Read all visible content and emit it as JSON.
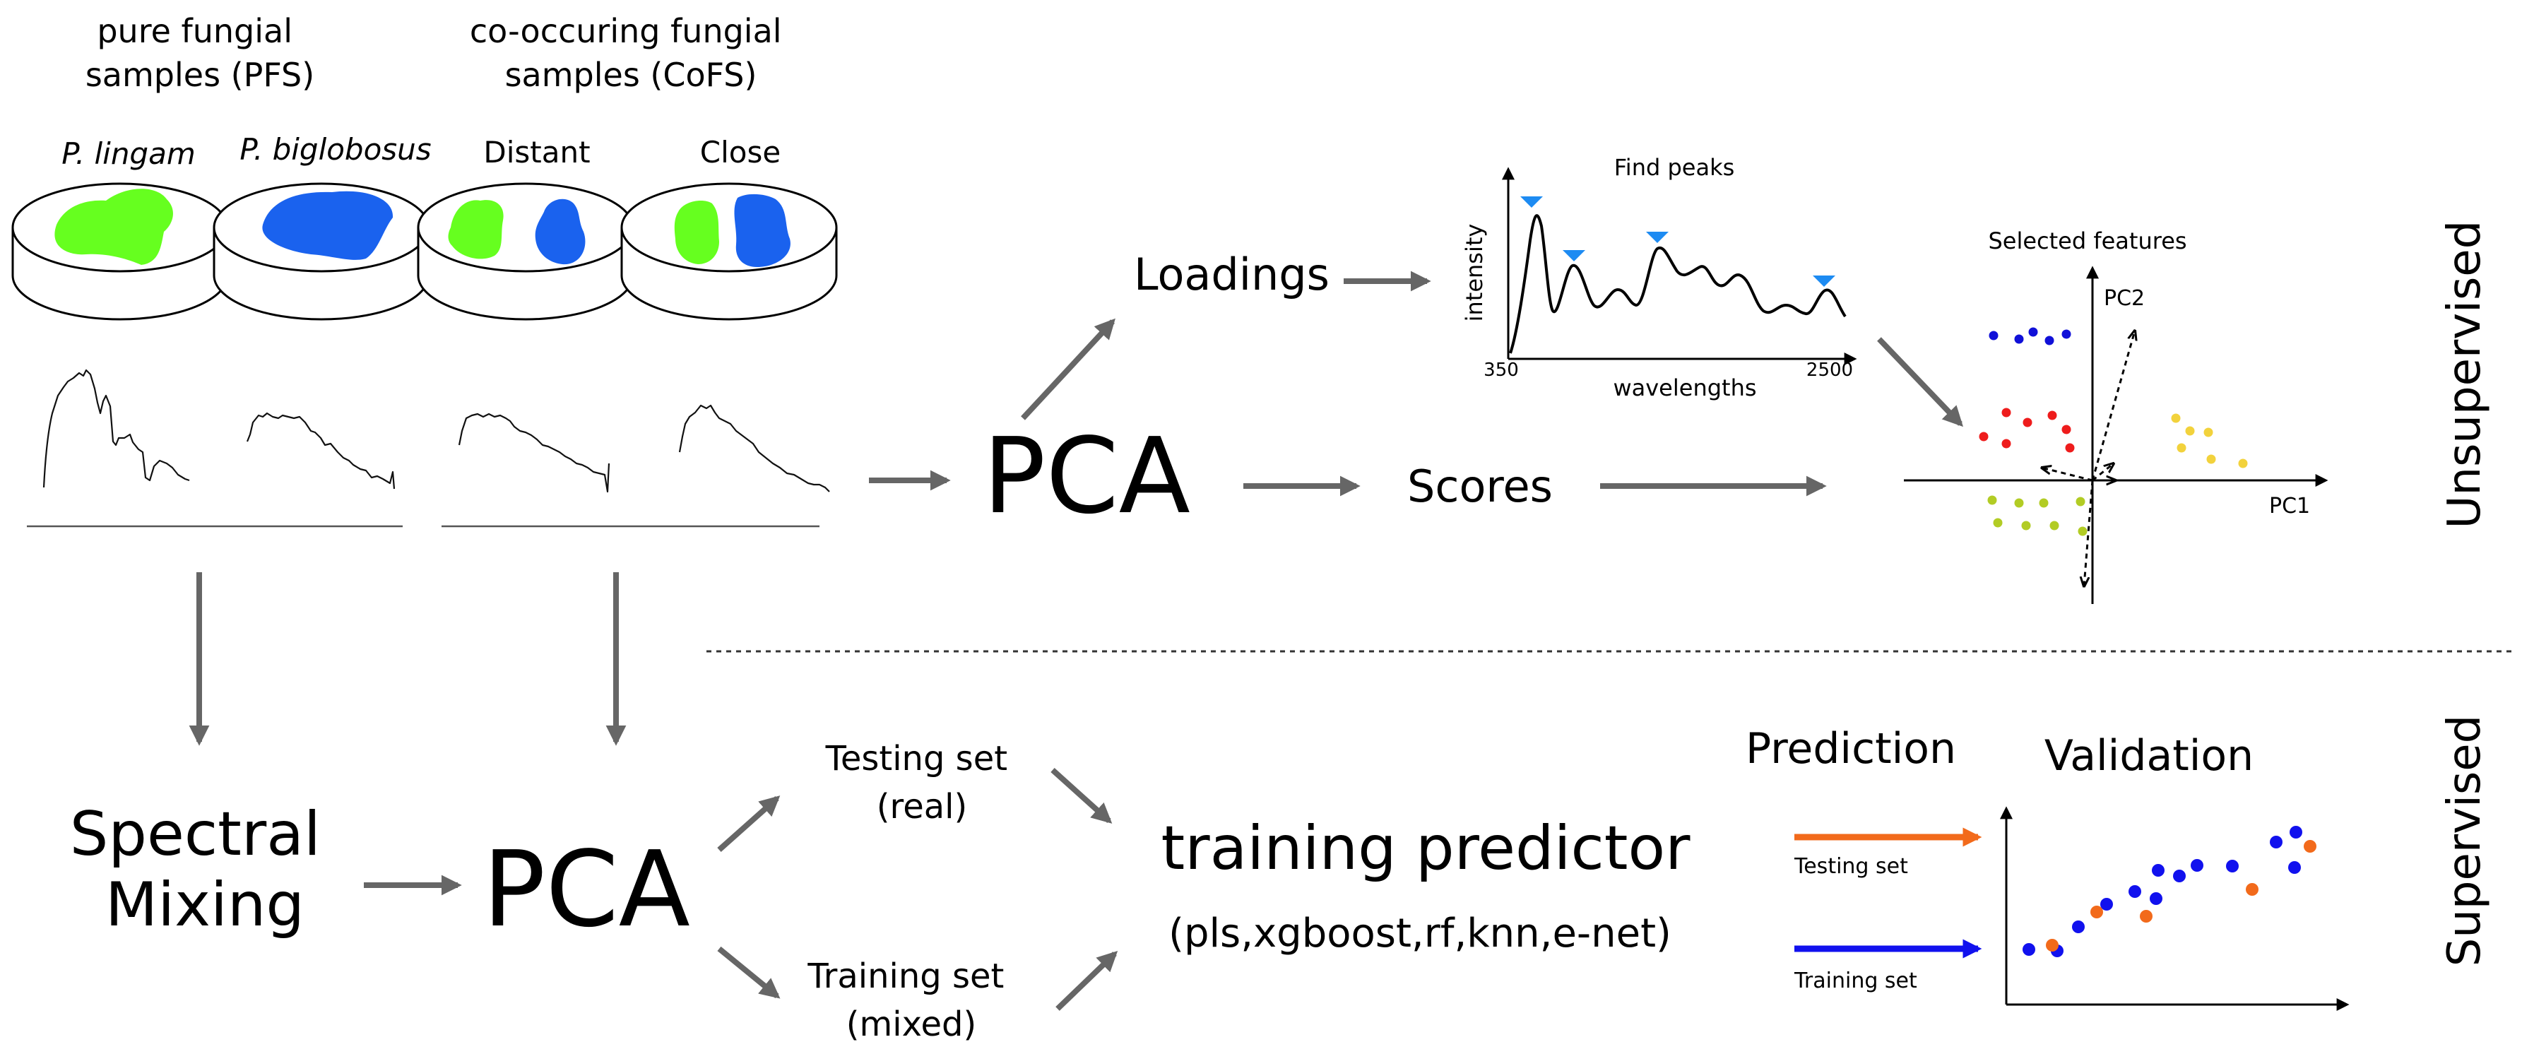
{
  "colors": {
    "green": "#66ff1f",
    "blue": "#1a62ee",
    "arrow_gray": "#666666",
    "peak_blue": "#1d8bf2",
    "red": "#ee1c1c",
    "darkblue": "#1010d8",
    "yellow": "#f2d23c",
    "lime": "#b2cc24",
    "orange": "#f26a1b",
    "training_blue": "#1111ee"
  },
  "groups": {
    "pfs": "pure fungial\nsamples (PFS)",
    "cofs": "co-occuring fungial\nsamples (CoFS)"
  },
  "samples": [
    "P. lingam",
    "P. biglobosus",
    "Distant",
    "Close"
  ],
  "labels": {
    "pca_top": "PCA",
    "pca_bottom": "PCA",
    "loadings": "Loadings",
    "scores": "Scores",
    "spectral_mixing": "Spectral\nMixing",
    "testing_set": "Testing set\n(real)",
    "training_set": "Training set\n(mixed)",
    "training_predictor": "training predictor",
    "models": "(pls,xgboost,rf,knn,e-net)",
    "prediction": "Prediction",
    "validation": "Validation",
    "unsupervised": "Unsupervised",
    "supervised": "Supervised"
  },
  "peaks_plot": {
    "title": "Find peaks",
    "ylabel": "intensity",
    "xlabel": "wavelengths",
    "xmin": "350",
    "xmax": "2500"
  },
  "score_plot": {
    "title": "Selected features",
    "x_axis": "PC1",
    "y_axis": "PC2"
  },
  "legend": {
    "testing": "Testing set",
    "training": "Training set"
  }
}
